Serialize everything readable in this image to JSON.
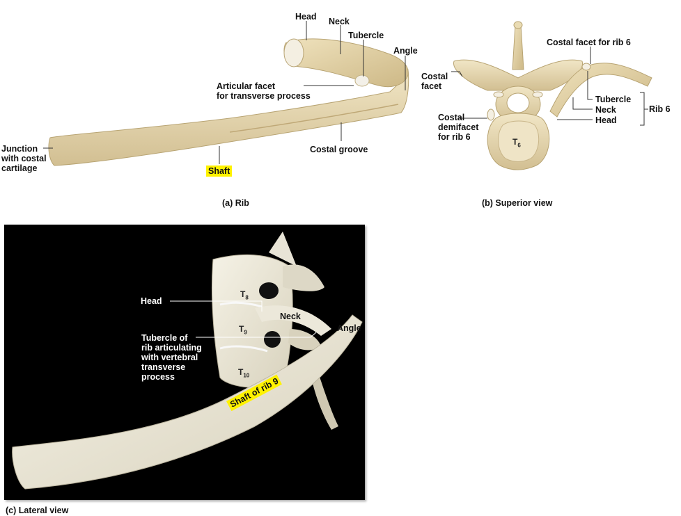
{
  "panel_a": {
    "caption": "(a) Rib",
    "labels": {
      "head": "Head",
      "neck": "Neck",
      "tubercle": "Tubercle",
      "angle": "Angle",
      "articular_facet": "Articular facet\nfor transverse process",
      "junction": "Junction\nwith costal\ncartilage",
      "costal_groove": "Costal groove",
      "shaft": "Shaft"
    }
  },
  "panel_b": {
    "caption": "(b) Superior view",
    "labels": {
      "costal_facet_rib6": "Costal facet for rib 6",
      "costal_facet": "Costal\nfacet",
      "tubercle": "Tubercle",
      "neck": "Neck",
      "head": "Head",
      "rib6": "Rib 6",
      "costal_demifacet": "Costal\ndemifacet\nfor rib 6",
      "vertebra_letter": "T",
      "vertebra_number": "6"
    }
  },
  "panel_c": {
    "caption": "(c) Lateral view",
    "labels": {
      "head": "Head",
      "neck": "Neck",
      "angle": "Angle",
      "tubercle": "Tubercle of\nrib articulating\nwith vertebral\ntransverse\nprocess",
      "shaft": "Shaft of rib 9"
    },
    "vertebrae": [
      {
        "letter": "T",
        "number": "8"
      },
      {
        "letter": "T",
        "number": "9"
      },
      {
        "letter": "T",
        "number": "10"
      }
    ]
  },
  "colors": {
    "bone": "#eadcb4",
    "bone_dark": "#c9b68a",
    "highlight": "#fff200",
    "photo_bg": "#000000",
    "leader": "#333333"
  }
}
